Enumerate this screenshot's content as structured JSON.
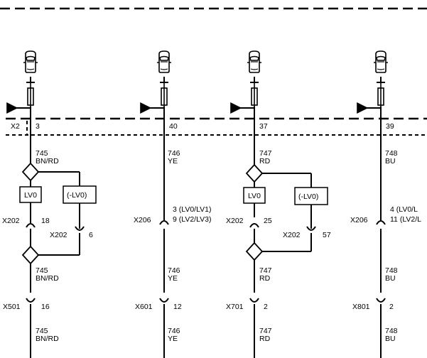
{
  "connectors": {
    "x2": "X2",
    "x202": "X202",
    "x206": "X206",
    "x501": "X501",
    "x601": "X601",
    "x701": "X701",
    "x801": "X801"
  },
  "columns": [
    {
      "id": "col1",
      "pin_top": "3",
      "wire_a": {
        "number": "745",
        "color": "BN/RD"
      },
      "option_left": "LV0",
      "option_right": "(-LV0)",
      "pin_mid_left": "18",
      "pin_mid_right": "6",
      "wire_b": {
        "number": "745",
        "color": "BN/RD"
      },
      "pin_bottom": "16",
      "wire_c": {
        "number": "745",
        "color": "BN/RD"
      }
    },
    {
      "id": "col2",
      "pin_top": "40",
      "wire_a": {
        "number": "746",
        "color": "YE"
      },
      "pin_mid_line1": "3 (LV0/LV1)",
      "pin_mid_line2": "9 (LV2/LV3)",
      "wire_b": {
        "number": "746",
        "color": "YE"
      },
      "pin_bottom": "12",
      "wire_c": {
        "number": "746",
        "color": "YE"
      }
    },
    {
      "id": "col3",
      "pin_top": "37",
      "wire_a": {
        "number": "747",
        "color": "RD"
      },
      "option_left": "LV0",
      "option_right": "(-LV0)",
      "pin_mid_left": "25",
      "pin_mid_right": "57",
      "wire_b": {
        "number": "747",
        "color": "RD"
      },
      "pin_bottom": "2",
      "wire_c": {
        "number": "747",
        "color": "RD"
      }
    },
    {
      "id": "col4",
      "pin_top": "39",
      "wire_a": {
        "number": "748",
        "color": "BU"
      },
      "pin_mid_line1": "4  (LV0/L",
      "pin_mid_line2": "11 (LV2/L",
      "wire_b": {
        "number": "748",
        "color": "BU"
      },
      "pin_bottom": "2",
      "wire_c": {
        "number": "748",
        "color": "BU"
      }
    }
  ]
}
